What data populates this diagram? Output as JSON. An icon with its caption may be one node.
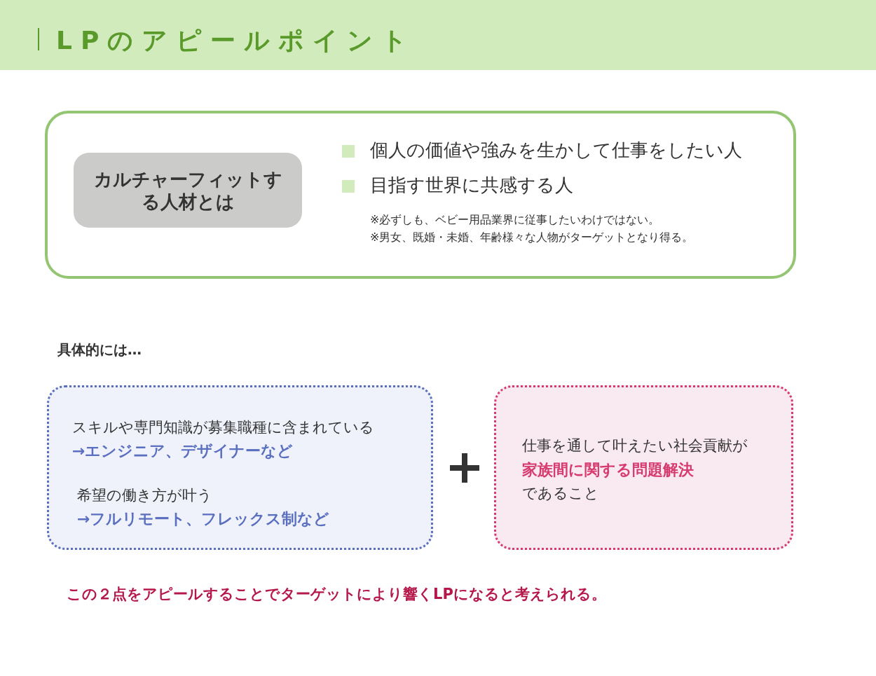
{
  "diagram": {
    "title": "LPのアピールポイント",
    "nodes": [
      {
        "text": [
          "個人の価値や強みを生かして仕事をしたい人",
          "目指す世界に共感する人",
          "※必ずしも、ベビー用品業界に従事したいわけではない。",
          "※男女、既婚・未婚、年齢様々な人物がターゲットとなり得る。"
        ]
      },
      {
        "text": [
          "カルチャーフィットする人材とは"
        ],
        "in": 0
      },
      {
        "text": [
          "スキルや専門知識が募集職種に含まれている",
          "→エンジニア、デザイナーなど",
          "希望の働き方が叶う",
          "→フルリモート、フレックス制など"
        ]
      },
      {
        "text": [
          "仕事を通して叶えたい社会貢献が",
          "家族間に関する問題解決",
          "であること"
        ]
      }
    ],
    "labels": [
      "具体的には…",
      "この２点をアピールすることでターゲットにより響くLPになると考えられる。"
    ]
  }
}
